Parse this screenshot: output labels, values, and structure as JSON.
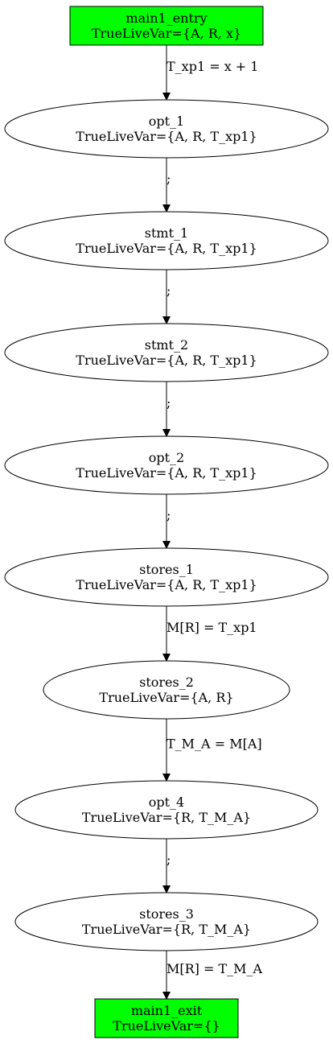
{
  "graph": {
    "nodes": [
      {
        "id": "main1_entry",
        "name": "main1_entry",
        "detail": "TrueLiveVar={A, R, x}",
        "shape": "box",
        "fill": "#00ff00"
      },
      {
        "id": "opt_1",
        "name": "opt_1",
        "detail": "TrueLiveVar={A, R, T_xp1}",
        "shape": "ellipse"
      },
      {
        "id": "stmt_1",
        "name": "stmt_1",
        "detail": "TrueLiveVar={A, R, T_xp1}",
        "shape": "ellipse"
      },
      {
        "id": "stmt_2",
        "name": "stmt_2",
        "detail": "TrueLiveVar={A, R, T_xp1}",
        "shape": "ellipse"
      },
      {
        "id": "opt_2",
        "name": "opt_2",
        "detail": "TrueLiveVar={A, R, T_xp1}",
        "shape": "ellipse"
      },
      {
        "id": "stores_1",
        "name": "stores_1",
        "detail": "TrueLiveVar={A, R, T_xp1}",
        "shape": "ellipse"
      },
      {
        "id": "stores_2",
        "name": "stores_2",
        "detail": "TrueLiveVar={A, R}",
        "shape": "ellipse"
      },
      {
        "id": "opt_4",
        "name": "opt_4",
        "detail": "TrueLiveVar={R, T_M_A}",
        "shape": "ellipse"
      },
      {
        "id": "stores_3",
        "name": "stores_3",
        "detail": "TrueLiveVar={R, T_M_A}",
        "shape": "ellipse"
      },
      {
        "id": "main1_exit",
        "name": "main1_exit",
        "detail": "TrueLiveVar={}",
        "shape": "box",
        "fill": "#00ff00"
      }
    ],
    "edges": [
      {
        "from": "main1_entry",
        "to": "opt_1",
        "label": "T_xp1 = x + 1"
      },
      {
        "from": "opt_1",
        "to": "stmt_1",
        "label": ";"
      },
      {
        "from": "stmt_1",
        "to": "stmt_2",
        "label": ";"
      },
      {
        "from": "stmt_2",
        "to": "opt_2",
        "label": ";"
      },
      {
        "from": "opt_2",
        "to": "stores_1",
        "label": ";"
      },
      {
        "from": "stores_1",
        "to": "stores_2",
        "label": "M[R] = T_xp1"
      },
      {
        "from": "stores_2",
        "to": "opt_4",
        "label": "T_M_A = M[A]"
      },
      {
        "from": "opt_4",
        "to": "stores_3",
        "label": ";"
      },
      {
        "from": "stores_3",
        "to": "main1_exit",
        "label": "M[R] = T_M_A"
      }
    ]
  }
}
